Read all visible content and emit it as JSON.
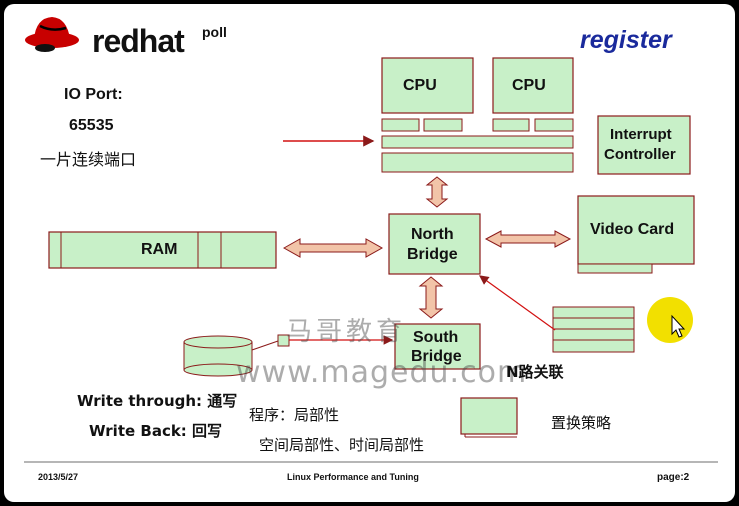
{
  "brand": {
    "logo_text": "redhat",
    "superscript": "poll",
    "logo_color": "#cc0000"
  },
  "header": {
    "title": "register",
    "title_color": "#1a2a9c"
  },
  "left_notes": {
    "line1": "IO Port:",
    "line2": "65535",
    "line3": "一片连续端口"
  },
  "components": {
    "cpu1": "CPU",
    "cpu2": "CPU",
    "interrupt": "Interrupt Controller",
    "interrupt_l1": "Interrupt",
    "interrupt_l2": "Controller",
    "ram": "RAM",
    "north_l1": "North",
    "north_l2": "Bridge",
    "video": "Video Card",
    "south_l1": "South",
    "south_l2": "Bridge"
  },
  "notes": {
    "write_through": "Write through: 通写",
    "write_back": "Write Back: 回写",
    "locality": "程序：局部性",
    "locality2": "空间局部性、时间局部性",
    "n_way": "N路关联",
    "replace": "置换策略"
  },
  "watermark": {
    "cn": "马哥教育",
    "url": "www.magedu.com"
  },
  "footer": {
    "date": "2013/5/27",
    "center": "Linux Performance and Tuning",
    "page": "page:2"
  },
  "colors": {
    "box_fill": "#c8f0c8",
    "box_stroke": "#8b1a1a",
    "arrow": "#f2c4a8",
    "highlight": "#f2e000",
    "background": "#ffffff"
  }
}
